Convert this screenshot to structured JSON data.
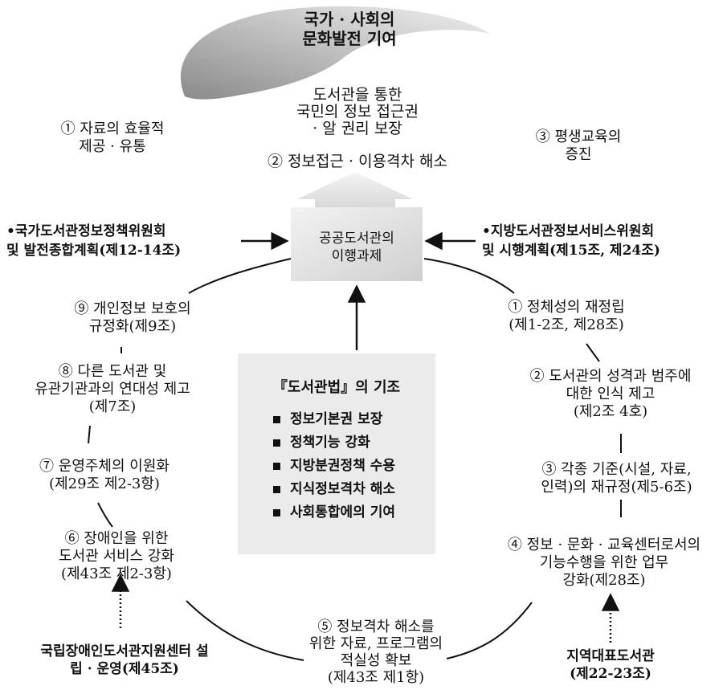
{
  "top_goal": [
    "국가 · 사회의",
    "문화발전 기여"
  ],
  "access_goal": [
    "도서관을 통한",
    "국민의 정보 접근권",
    "· 알 권리 보장"
  ],
  "info_gap_goal": "② 정보접근 · 이용격차 해소",
  "efficiency_goal": [
    "① 자료의 효율적",
    "제공 · 유통"
  ],
  "lifelong_goal": [
    "③ 평생교육의",
    "증진"
  ],
  "center_box": [
    "공공도서관의",
    "이행과제"
  ],
  "left_committee": [
    "국가도서관정보정책위원회",
    "및 발전종합계획(제12-14조)"
  ],
  "right_committee": [
    "지방도서관정보서비스위원회",
    "및 시행계획(제15조, 제24조)"
  ],
  "basis_box": {
    "title": "『도서관법』의 기조",
    "items": [
      "정보기본권 보장",
      "정책기능 강화",
      "지방분권정책 수용",
      "지식정보격차 해소",
      "사회통합에의 기여"
    ]
  },
  "cycle_items": [
    [
      "① 정체성의 재정립",
      "(제1-2조, 제28조)"
    ],
    [
      "② 도서관의 성격과 범주에",
      "대한 인식 제고",
      "(제2조 4호)"
    ],
    [
      "③ 각종 기준(시설, 자료,",
      "인력)의 재규정(제5-6조)"
    ],
    [
      "④ 정보 · 문화 · 교육센터로서의",
      "기능수행을 위한 업무",
      "강화(제28조)"
    ],
    [
      "⑤ 정보격차 해소를",
      "위한 자료, 프로그램의",
      "적실성 확보",
      "(제43조 제1항)"
    ],
    [
      "⑥ 장애인을 위한",
      "도서관 서비스 강화",
      "(제43조 제2-3항)"
    ],
    [
      "⑦ 운영주체의 이원화",
      "(제29조 제2-3항)"
    ],
    [
      "⑧ 다른 도서관 및",
      "유관기관과의 연대성 제고",
      "(제7조)"
    ],
    [
      "⑨ 개인정보 보호의",
      "규정화(제9조)"
    ]
  ],
  "bottom_left": [
    "국립장애인도서관지원센터 설",
    "립 · 운영(제45조)"
  ],
  "bottom_right": [
    "지역대표도서관",
    "(제22-23조)"
  ]
}
